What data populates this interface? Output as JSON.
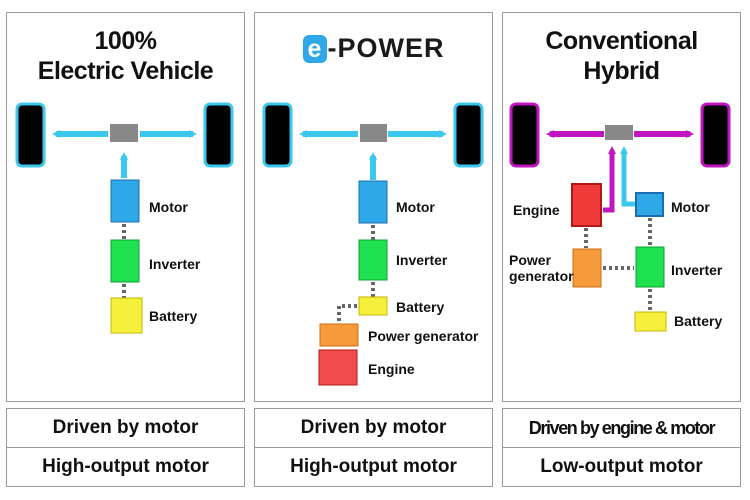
{
  "panels": [
    {
      "title_line1": "100%",
      "title_line2": "Electric Vehicle",
      "labels": {
        "motor": "Motor",
        "inverter": "Inverter",
        "battery": "Battery"
      }
    },
    {
      "title_logo_e": "e",
      "title_logo_rest": "-POWER",
      "labels": {
        "motor": "Motor",
        "inverter": "Inverter",
        "battery": "Battery",
        "power_generator": "Power generator",
        "engine": "Engine"
      }
    },
    {
      "title_line1": "Conventional",
      "title_line2": "Hybrid",
      "labels": {
        "engine": "Engine",
        "motor": "Motor",
        "power_generator_line1": "Power",
        "power_generator_line2": "generator",
        "inverter": "Inverter",
        "battery": "Battery"
      }
    }
  ],
  "rows": [
    [
      "Driven by motor",
      "Driven by motor",
      "Driven by engine & motor"
    ],
    [
      "High-output motor",
      "High-output motor",
      "Low-output motor"
    ]
  ],
  "colors": {
    "electric_flow": "#3cc8ee",
    "engine_flow": "#c015c0",
    "motor": "#2fa8e8",
    "inverter": "#1fe04f",
    "battery": "#f5f03c",
    "power_generator": "#f79a3c",
    "engine": "#f04a4a",
    "engine_alt": "#f03a3a",
    "logo_blue": "#2fa8e8"
  },
  "icons": [
    "wheel-icon",
    "gear-differential-icon"
  ]
}
